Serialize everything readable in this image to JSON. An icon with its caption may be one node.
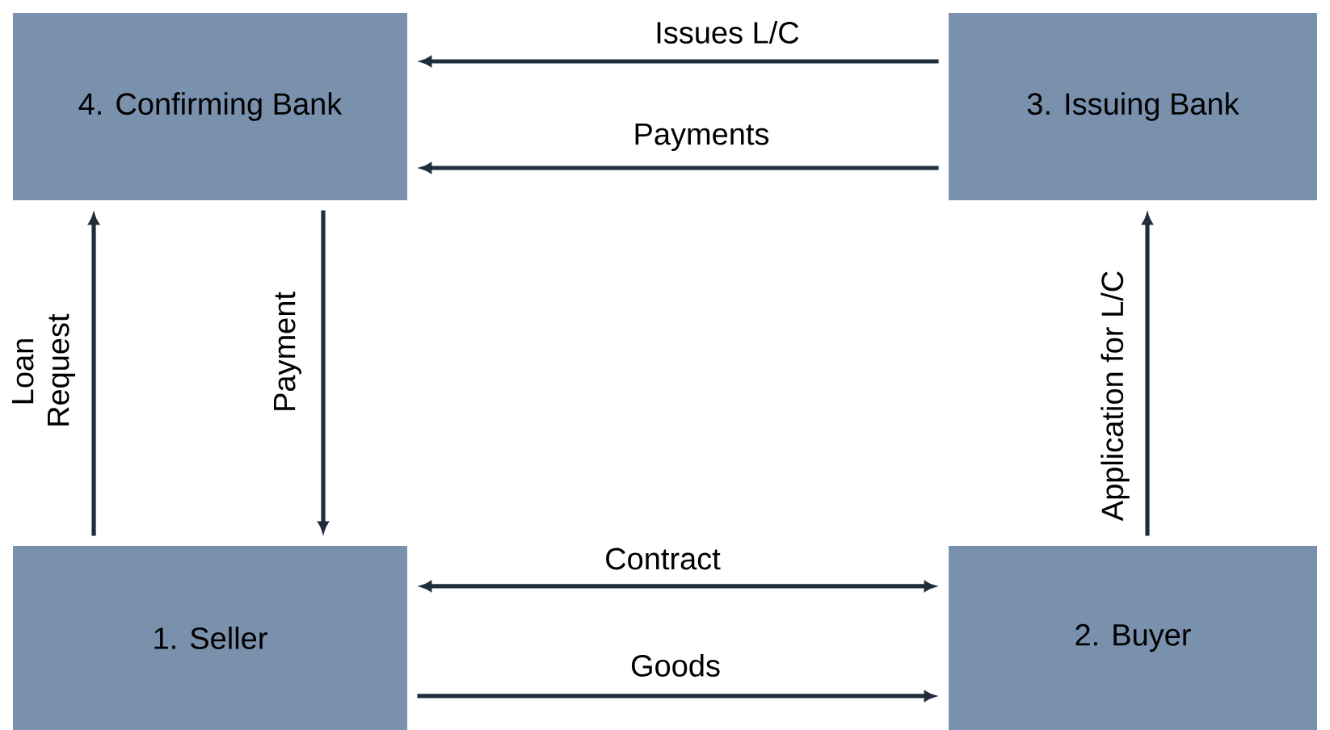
{
  "diagram": {
    "nodes": [
      {
        "text": [
          "4. Confirming Bank"
        ]
      },
      {
        "text": [
          "3. Issuing Bank"
        ]
      },
      {
        "text": [
          "1. Seller"
        ]
      },
      {
        "text": [
          "2. Buyer"
        ]
      }
    ],
    "edges": [
      {
        "from": 1,
        "to": 0,
        "arrow": "to",
        "label": "Issues  L/C"
      },
      {
        "from": 1,
        "to": 0,
        "arrow": "to",
        "label": "Payments"
      },
      {
        "from": 2,
        "to": 0,
        "arrow": "to",
        "label": "Loan Request"
      },
      {
        "from": 0,
        "to": 2,
        "arrow": "to",
        "label": "Payment"
      },
      {
        "from": 3,
        "to": 1,
        "arrow": "to",
        "label": "Application for L/C"
      },
      {
        "from": 2,
        "to": 3,
        "arrow": "both",
        "label": "Contract"
      },
      {
        "from": 2,
        "to": 3,
        "arrow": "to",
        "label": "Goods"
      }
    ]
  }
}
